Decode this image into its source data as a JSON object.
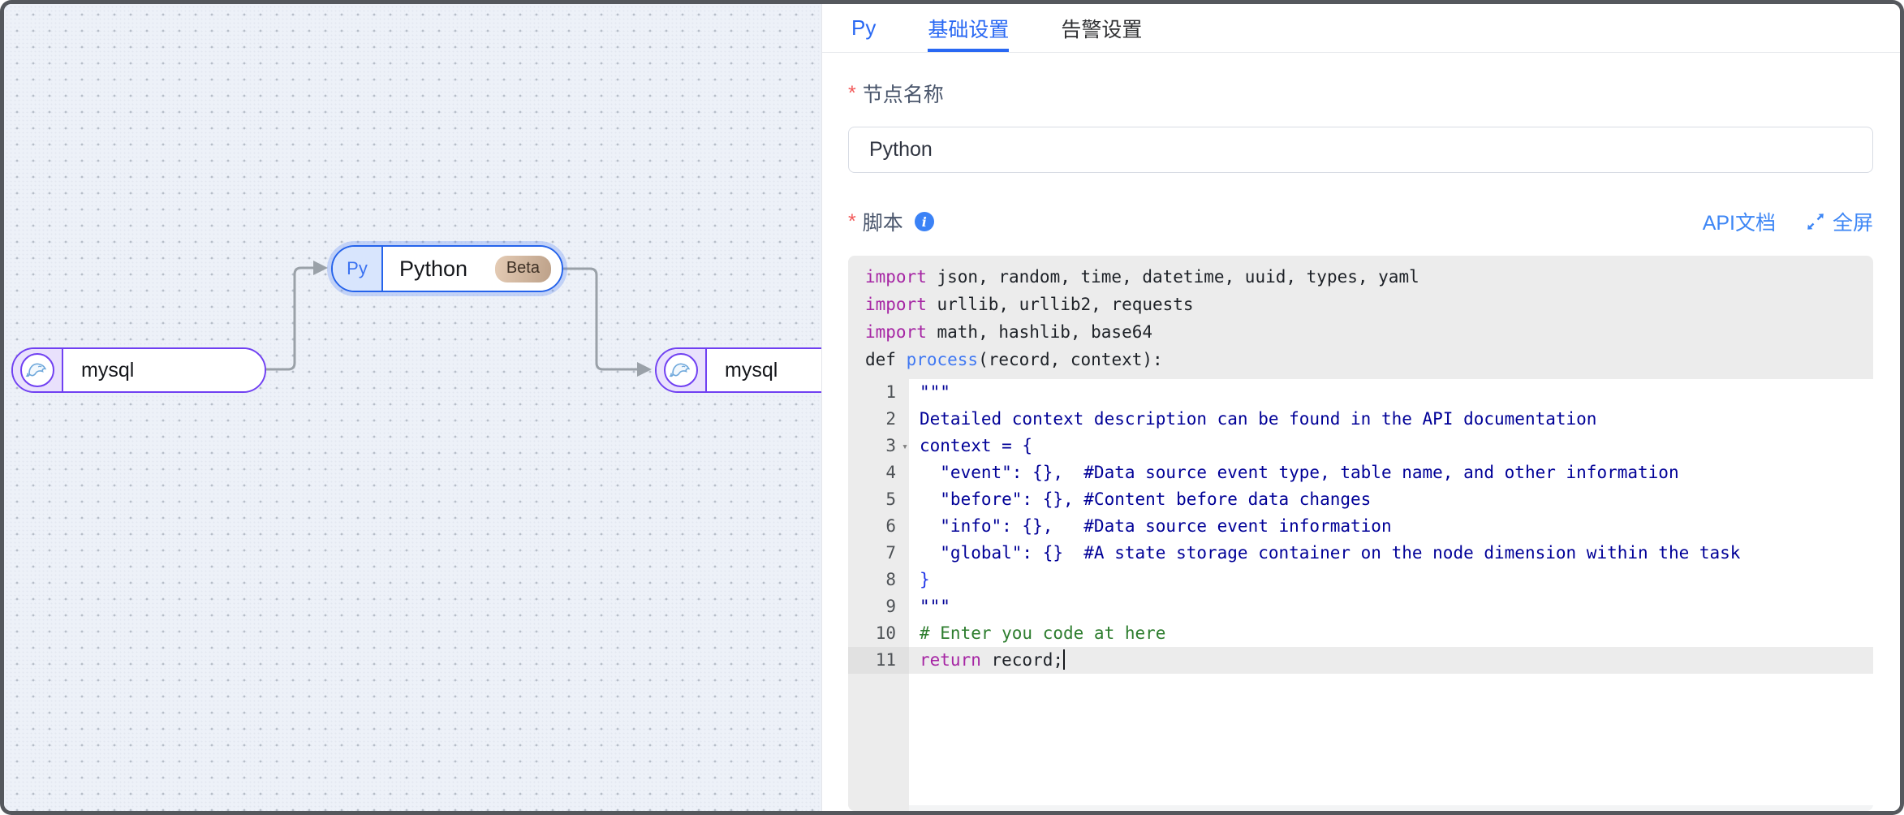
{
  "tabs": {
    "py_label": "Py",
    "basic_label": "基础设置",
    "alert_label": "告警设置"
  },
  "form": {
    "required_mark": "*",
    "node_name_label": "节点名称",
    "node_name_value": "Python",
    "script_label": "脚本",
    "info_icon": "i",
    "api_doc_link": "API文档",
    "fullscreen_link": "全屏"
  },
  "canvas": {
    "nodes": [
      {
        "id": "mysql-source",
        "label": "mysql"
      },
      {
        "id": "python-processor",
        "icon_label": "Py",
        "label": "Python",
        "badge": "Beta"
      },
      {
        "id": "mysql-target",
        "label": "mysql"
      }
    ]
  },
  "colors": {
    "primary_blue": "#2968f3",
    "link_blue": "#3d86f5",
    "mysql_purple": "#7040f2",
    "python_blue": "#2563eb",
    "edge_gray": "#9aa1a8",
    "keyword_magenta": "#a626a4",
    "string_navy": "#000097",
    "comment_green": "#2d7d2e",
    "function_blue": "#4078f2",
    "required_red": "#f25a5a"
  },
  "editor": {
    "header_lines": [
      [
        {
          "c": "kw",
          "s": "import"
        },
        {
          "c": "pl",
          "s": " json, random, time, datetime, uuid, types, yaml"
        }
      ],
      [
        {
          "c": "kw",
          "s": "import"
        },
        {
          "c": "pl",
          "s": " urllib, urllib2, requests"
        }
      ],
      [
        {
          "c": "kw",
          "s": "import"
        },
        {
          "c": "pl",
          "s": " math, hashlib, base64"
        }
      ],
      [
        {
          "c": "pl",
          "s": "def "
        },
        {
          "c": "fn",
          "s": "process"
        },
        {
          "c": "pl",
          "s": "(record, context):"
        }
      ]
    ],
    "lines": [
      {
        "num": 1,
        "tokens": [
          {
            "c": "str",
            "s": "\"\"\""
          }
        ]
      },
      {
        "num": 2,
        "tokens": [
          {
            "c": "str",
            "s": "Detailed context description can be found in the API documentation"
          }
        ]
      },
      {
        "num": 3,
        "fold": true,
        "tokens": [
          {
            "c": "str",
            "s": "context = {"
          }
        ]
      },
      {
        "num": 4,
        "tokens": [
          {
            "c": "str",
            "s": "  \"event\": {},  #Data source event type, table name, and other information"
          }
        ]
      },
      {
        "num": 5,
        "tokens": [
          {
            "c": "str",
            "s": "  \"before\": {}, #Content before data changes"
          }
        ]
      },
      {
        "num": 6,
        "tokens": [
          {
            "c": "str",
            "s": "  \"info\": {},   #Data source event information"
          }
        ]
      },
      {
        "num": 7,
        "tokens": [
          {
            "c": "str",
            "s": "  \"global\": {}  #A state storage container on the node dimension within the task"
          }
        ]
      },
      {
        "num": 8,
        "tokens": [
          {
            "c": "br",
            "s": "}"
          }
        ]
      },
      {
        "num": 9,
        "tokens": [
          {
            "c": "str",
            "s": "\"\"\""
          }
        ]
      },
      {
        "num": 10,
        "tokens": [
          {
            "c": "cm",
            "s": "# Enter you code at here"
          }
        ]
      },
      {
        "num": 11,
        "active": true,
        "cursor": true,
        "tokens": [
          {
            "c": "kw",
            "s": "return"
          },
          {
            "c": "pl",
            "s": " record;"
          }
        ]
      }
    ]
  }
}
